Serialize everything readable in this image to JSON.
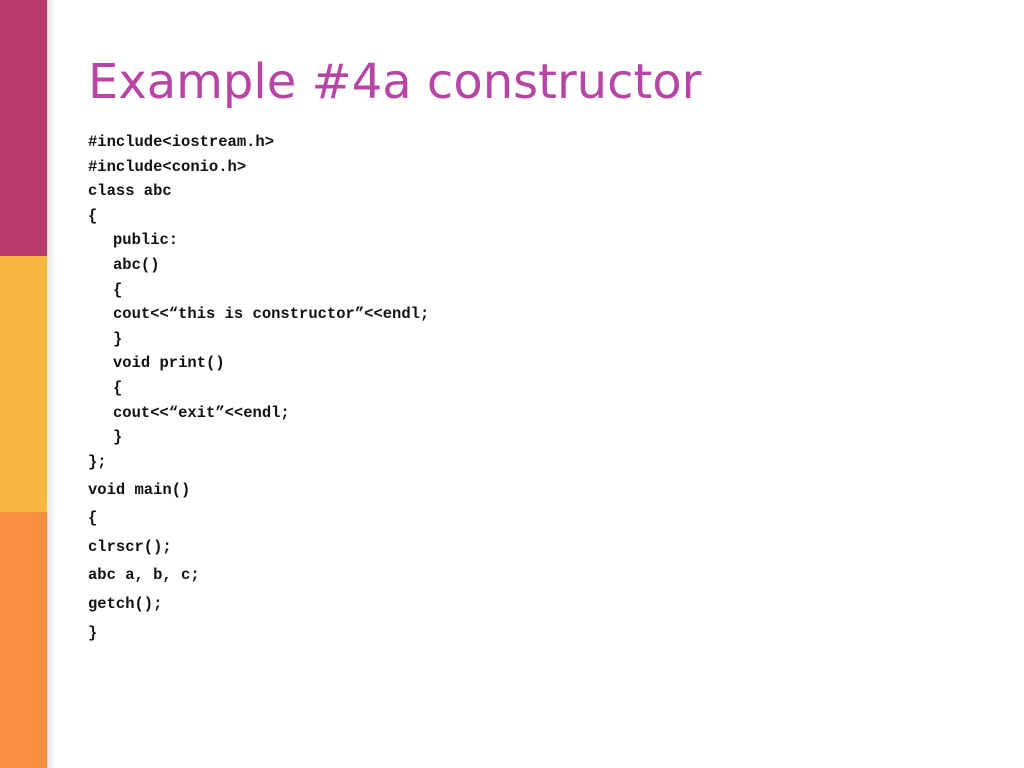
{
  "slide": {
    "title": "Example #4a constructor",
    "colors": {
      "title": "#b645a6",
      "band_top": "#b83b6c",
      "band_middle": "#f7b63e",
      "band_bottom": "#fa8e3e"
    },
    "code_lines": [
      "#include<iostream.h>",
      "#include<conio.h>",
      "class abc",
      "{",
      "public:",
      "abc()",
      "{",
      "cout<<“this is constructor”<<endl;",
      "}",
      "void print()",
      "{",
      "cout<<“exit”<<endl;",
      "}",
      "};",
      "void main()",
      "{",
      "clrscr();",
      "abc a, b, c;",
      "getch();",
      "}"
    ]
  }
}
